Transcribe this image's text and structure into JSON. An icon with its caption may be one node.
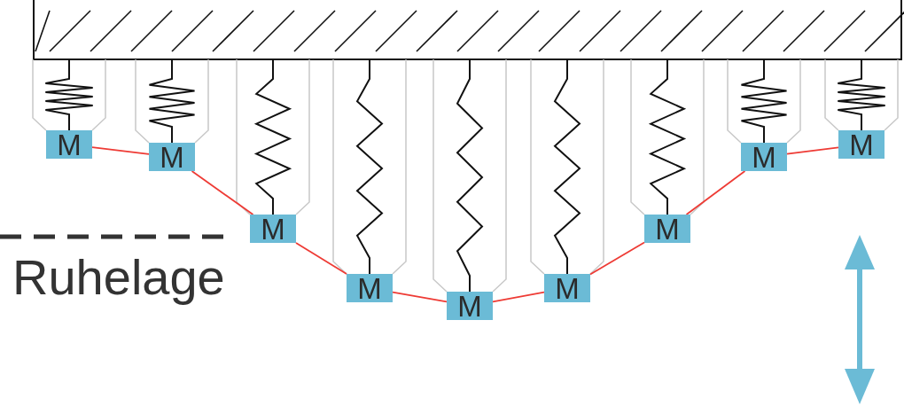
{
  "diagram": {
    "nodes": [
      {
        "text": [
          "M"
        ]
      },
      {
        "text": [
          "M"
        ]
      },
      {
        "text": [
          "M"
        ]
      },
      {
        "text": [
          "M"
        ]
      },
      {
        "text": [
          "M"
        ]
      },
      {
        "text": [
          "M"
        ]
      },
      {
        "text": [
          "M"
        ]
      },
      {
        "text": [
          "M"
        ]
      },
      {
        "text": [
          "M"
        ]
      }
    ],
    "edges": [
      {
        "from": 0,
        "to": 1,
        "arrow": "none",
        "color": "#ee3b35"
      },
      {
        "from": 1,
        "to": 2,
        "arrow": "none",
        "color": "#ee3b35"
      },
      {
        "from": 2,
        "to": 3,
        "arrow": "none",
        "color": "#ee3b35"
      },
      {
        "from": 3,
        "to": 4,
        "arrow": "none",
        "color": "#ee3b35"
      },
      {
        "from": 4,
        "to": 5,
        "arrow": "none",
        "color": "#ee3b35"
      },
      {
        "from": 5,
        "to": 6,
        "arrow": "none",
        "color": "#ee3b35"
      },
      {
        "from": 6,
        "to": 7,
        "arrow": "none",
        "color": "#ee3b35"
      },
      {
        "from": 7,
        "to": 8,
        "arrow": "none",
        "color": "#ee3b35"
      }
    ],
    "labels": [
      "Ruhelage"
    ]
  }
}
